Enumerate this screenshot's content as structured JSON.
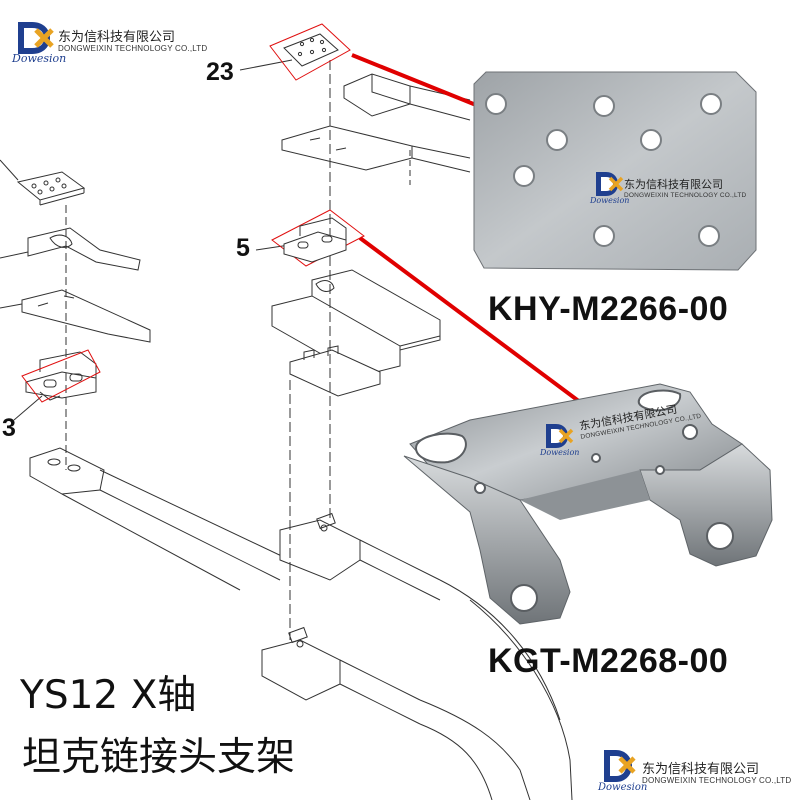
{
  "brand": {
    "name_cn": "东为信科技有限公司",
    "name_en": "DONGWEIXIN TECHNOLOGY CO.,LTD",
    "logo_script": "Dowesion",
    "logo_letter": "D",
    "colors": {
      "logo_blue": "#1f3f8f",
      "logo_orange": "#e8a323"
    }
  },
  "callouts": [
    {
      "id": "23",
      "label": "23"
    },
    {
      "id": "5",
      "label": "5"
    },
    {
      "id": "3",
      "label": "3"
    }
  ],
  "parts": [
    {
      "part_no": "KHY-M2266-00",
      "callout": "23"
    },
    {
      "part_no": "KGT-M2268-00",
      "callout": "5"
    }
  ],
  "title": {
    "line1": "YS12 X轴",
    "line2": "坦克链接头支架"
  },
  "colors": {
    "highlight_red": "#e01010",
    "leader_red": "#e00000",
    "line_drawing": "#333333",
    "metal_light": "#b8bcbf",
    "metal_dark": "#6e7276"
  }
}
